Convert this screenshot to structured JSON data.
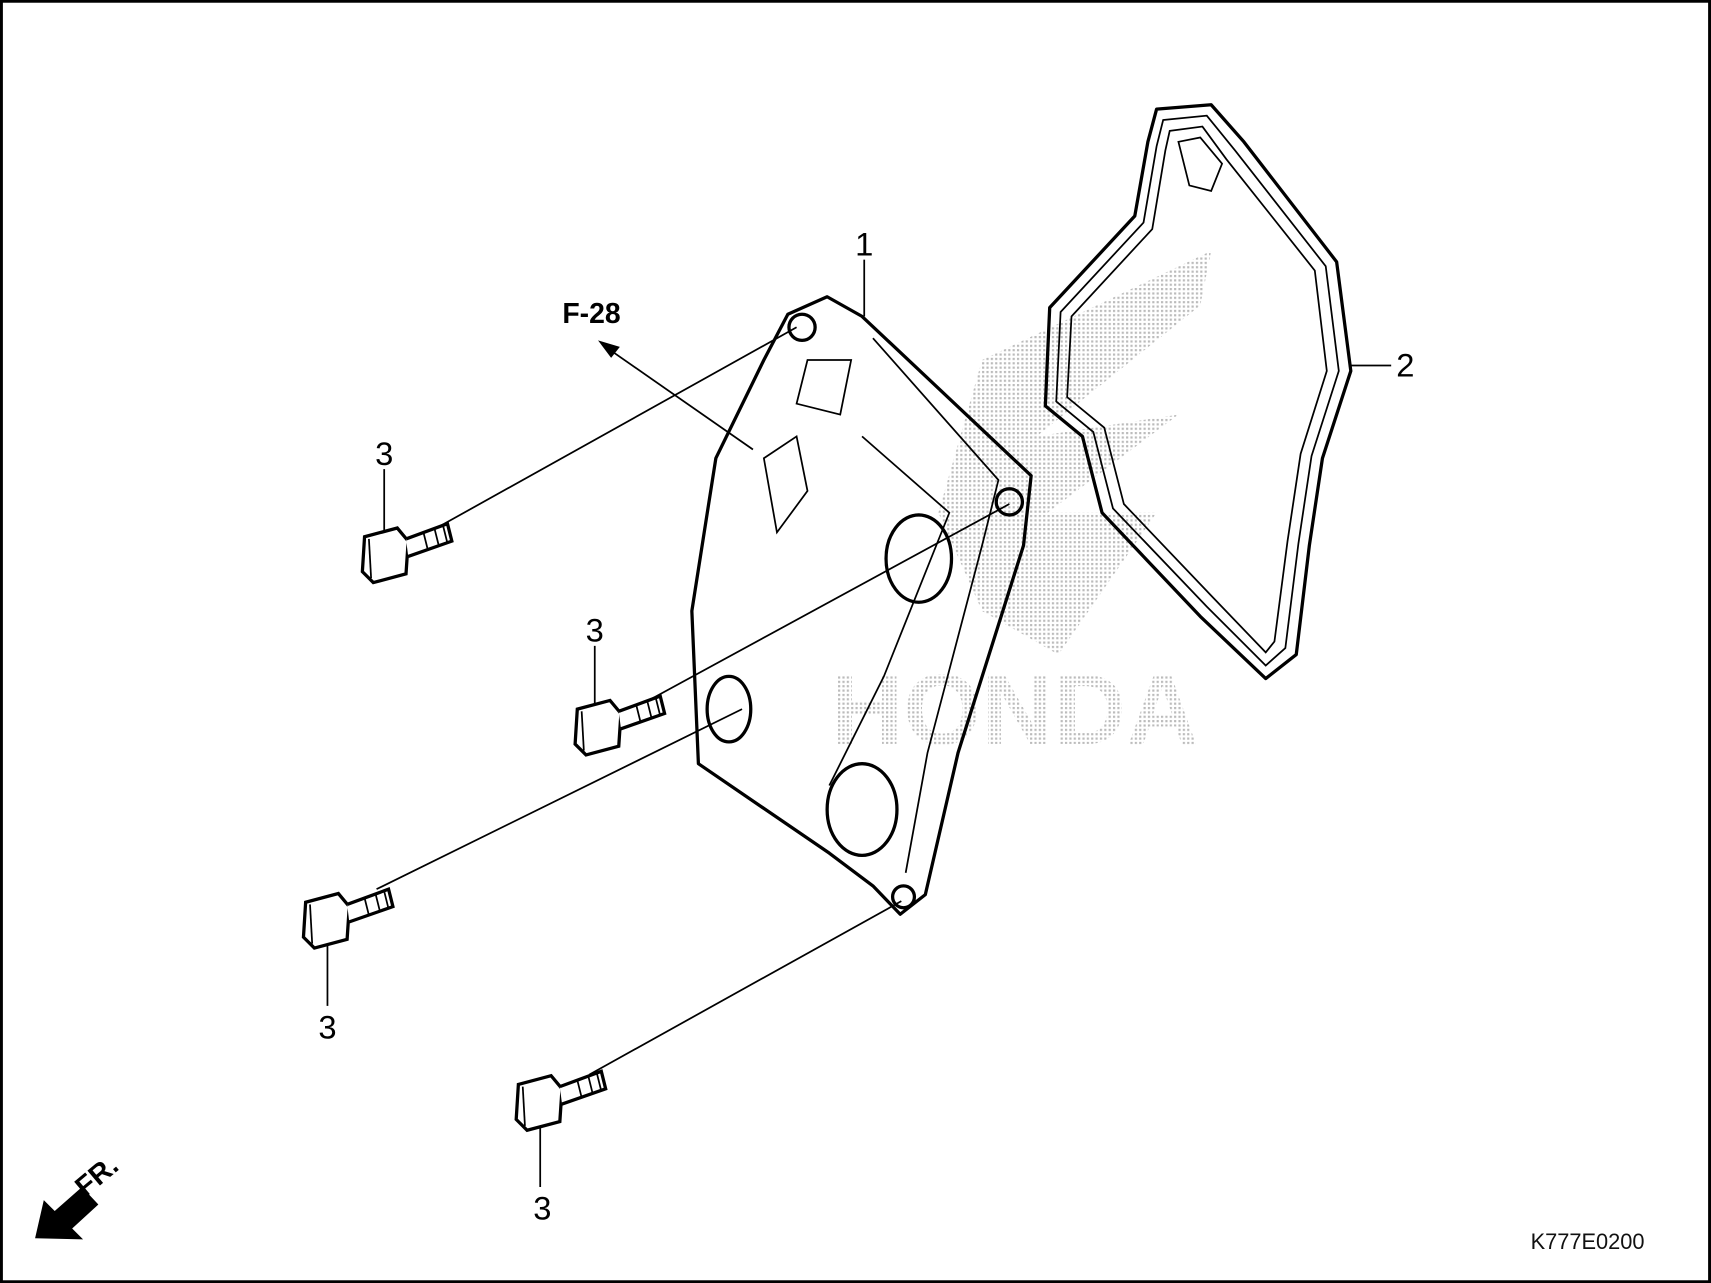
{
  "diagram": {
    "watermark": "HONDA",
    "reference_label": "F-28",
    "direction_label": "FR.",
    "drawing_code": "K777E0200",
    "callouts": [
      {
        "number": "1",
        "part": "cover"
      },
      {
        "number": "2",
        "part": "gasket"
      },
      {
        "number": "3",
        "part": "bolt"
      },
      {
        "number": "3",
        "part": "bolt"
      },
      {
        "number": "3",
        "part": "bolt"
      },
      {
        "number": "3",
        "part": "bolt"
      }
    ]
  }
}
